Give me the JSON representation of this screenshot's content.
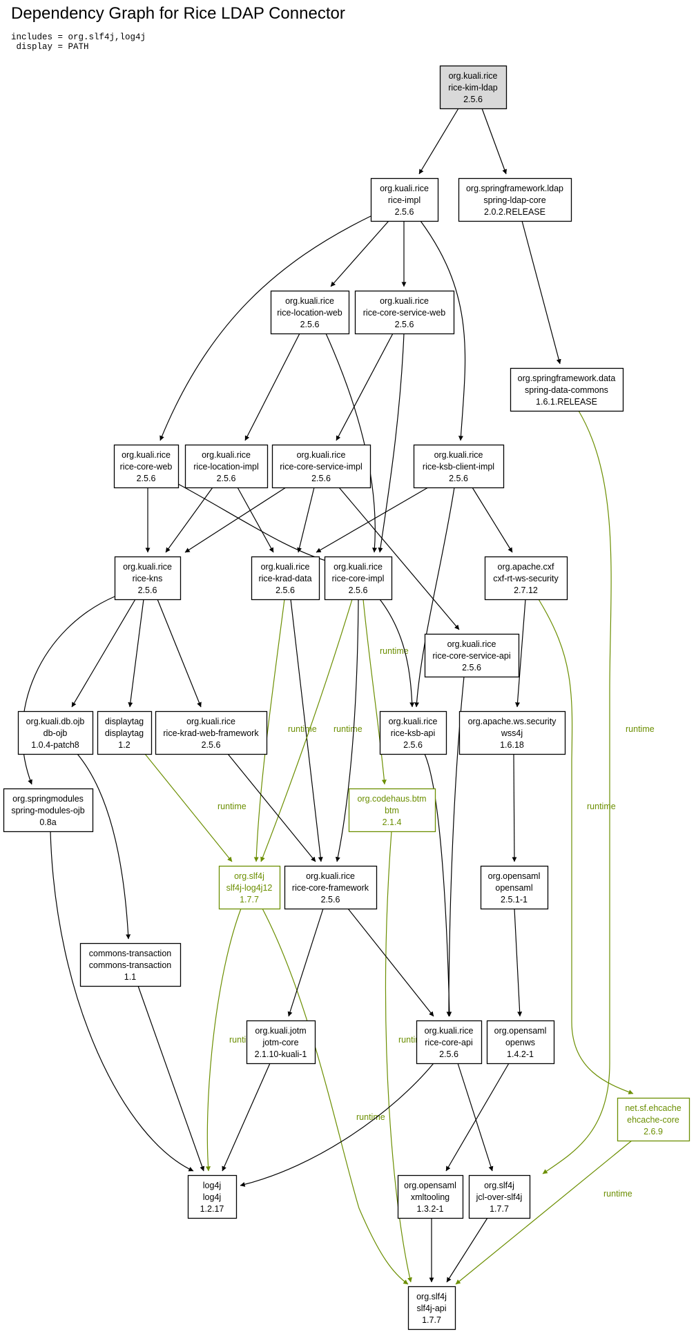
{
  "title": "Dependency Graph for Rice LDAP Connector",
  "params": [
    "includes = org.slf4j,log4j",
    " display = PATH"
  ],
  "colors": {
    "compile": "#000000",
    "runtime": "#6b8e00",
    "root_fill": "#d9d9d9"
  },
  "nodes": [
    {
      "id": "kim-ldap",
      "lines": [
        "org.kuali.rice",
        "rice-kim-ldap",
        "2.5.6"
      ],
      "scope": "root"
    },
    {
      "id": "rice-impl",
      "lines": [
        "org.kuali.rice",
        "rice-impl",
        "2.5.6"
      ],
      "scope": "compile"
    },
    {
      "id": "spring-ldap-core",
      "lines": [
        "org.springframework.ldap",
        "spring-ldap-core",
        "2.0.2.RELEASE"
      ],
      "scope": "compile"
    },
    {
      "id": "location-web",
      "lines": [
        "org.kuali.rice",
        "rice-location-web",
        "2.5.6"
      ],
      "scope": "compile"
    },
    {
      "id": "core-service-web",
      "lines": [
        "org.kuali.rice",
        "rice-core-service-web",
        "2.5.6"
      ],
      "scope": "compile"
    },
    {
      "id": "spring-data-commons",
      "lines": [
        "org.springframework.data",
        "spring-data-commons",
        "1.6.1.RELEASE"
      ],
      "scope": "compile"
    },
    {
      "id": "core-web",
      "lines": [
        "org.kuali.rice",
        "rice-core-web",
        "2.5.6"
      ],
      "scope": "compile"
    },
    {
      "id": "location-impl",
      "lines": [
        "org.kuali.rice",
        "rice-location-impl",
        "2.5.6"
      ],
      "scope": "compile"
    },
    {
      "id": "core-service-impl",
      "lines": [
        "org.kuali.rice",
        "rice-core-service-impl",
        "2.5.6"
      ],
      "scope": "compile"
    },
    {
      "id": "ksb-client-impl",
      "lines": [
        "org.kuali.rice",
        "rice-ksb-client-impl",
        "2.5.6"
      ],
      "scope": "compile"
    },
    {
      "id": "kns",
      "lines": [
        "org.kuali.rice",
        "rice-kns",
        "2.5.6"
      ],
      "scope": "compile"
    },
    {
      "id": "krad-data",
      "lines": [
        "org.kuali.rice",
        "rice-krad-data",
        "2.5.6"
      ],
      "scope": "compile"
    },
    {
      "id": "core-impl",
      "lines": [
        "org.kuali.rice",
        "rice-core-impl",
        "2.5.6"
      ],
      "scope": "compile"
    },
    {
      "id": "cxf-rt-ws-security",
      "lines": [
        "org.apache.cxf",
        "cxf-rt-ws-security",
        "2.7.12"
      ],
      "scope": "compile"
    },
    {
      "id": "core-service-api",
      "lines": [
        "org.kuali.rice",
        "rice-core-service-api",
        "2.5.6"
      ],
      "scope": "compile"
    },
    {
      "id": "db-ojb",
      "lines": [
        "org.kuali.db.ojb",
        "db-ojb",
        "1.0.4-patch8"
      ],
      "scope": "compile"
    },
    {
      "id": "displaytag",
      "lines": [
        "displaytag",
        "displaytag",
        "1.2"
      ],
      "scope": "compile"
    },
    {
      "id": "krad-web-framework",
      "lines": [
        "org.kuali.rice",
        "rice-krad-web-framework",
        "2.5.6"
      ],
      "scope": "compile"
    },
    {
      "id": "ksb-api",
      "lines": [
        "org.kuali.rice",
        "rice-ksb-api",
        "2.5.6"
      ],
      "scope": "compile"
    },
    {
      "id": "wss4j",
      "lines": [
        "org.apache.ws.security",
        "wss4j",
        "1.6.18"
      ],
      "scope": "compile"
    },
    {
      "id": "spring-modules-ojb",
      "lines": [
        "org.springmodules",
        "spring-modules-ojb",
        "0.8a"
      ],
      "scope": "compile"
    },
    {
      "id": "btm",
      "lines": [
        "org.codehaus.btm",
        "btm",
        "2.1.4"
      ],
      "scope": "runtime"
    },
    {
      "id": "slf4j-log4j12",
      "lines": [
        "org.slf4j",
        "slf4j-log4j12",
        "1.7.7"
      ],
      "scope": "runtime"
    },
    {
      "id": "core-framework",
      "lines": [
        "org.kuali.rice",
        "rice-core-framework",
        "2.5.6"
      ],
      "scope": "compile"
    },
    {
      "id": "opensaml",
      "lines": [
        "org.opensaml",
        "opensaml",
        "2.5.1-1"
      ],
      "scope": "compile"
    },
    {
      "id": "commons-transaction",
      "lines": [
        "commons-transaction",
        "commons-transaction",
        "1.1"
      ],
      "scope": "compile"
    },
    {
      "id": "jotm-core",
      "lines": [
        "org.kuali.jotm",
        "jotm-core",
        "2.1.10-kuali-1"
      ],
      "scope": "compile"
    },
    {
      "id": "core-api",
      "lines": [
        "org.kuali.rice",
        "rice-core-api",
        "2.5.6"
      ],
      "scope": "compile"
    },
    {
      "id": "openws",
      "lines": [
        "org.opensaml",
        "openws",
        "1.4.2-1"
      ],
      "scope": "compile"
    },
    {
      "id": "ehcache-core",
      "lines": [
        "net.sf.ehcache",
        "ehcache-core",
        "2.6.9"
      ],
      "scope": "runtime"
    },
    {
      "id": "log4j",
      "lines": [
        "log4j",
        "log4j",
        "1.2.17"
      ],
      "scope": "compile"
    },
    {
      "id": "xmltooling",
      "lines": [
        "org.opensaml",
        "xmltooling",
        "1.3.2-1"
      ],
      "scope": "compile"
    },
    {
      "id": "jcl-over-slf4j",
      "lines": [
        "org.slf4j",
        "jcl-over-slf4j",
        "1.7.7"
      ],
      "scope": "compile"
    },
    {
      "id": "slf4j-api",
      "lines": [
        "org.slf4j",
        "slf4j-api",
        "1.7.7"
      ],
      "scope": "compile"
    }
  ],
  "edges": [
    {
      "from": "kim-ldap",
      "to": "rice-impl",
      "scope": "compile",
      "label": ""
    },
    {
      "from": "kim-ldap",
      "to": "spring-ldap-core",
      "scope": "compile",
      "label": ""
    },
    {
      "from": "rice-impl",
      "to": "location-web",
      "scope": "compile",
      "label": ""
    },
    {
      "from": "rice-impl",
      "to": "core-service-web",
      "scope": "compile",
      "label": ""
    },
    {
      "from": "rice-impl",
      "to": "core-web",
      "scope": "compile",
      "label": ""
    },
    {
      "from": "rice-impl",
      "to": "ksb-client-impl",
      "scope": "compile",
      "label": ""
    },
    {
      "from": "spring-ldap-core",
      "to": "spring-data-commons",
      "scope": "compile",
      "label": ""
    },
    {
      "from": "spring-data-commons",
      "to": "jcl-over-slf4j",
      "scope": "runtime",
      "label": "runtime"
    },
    {
      "from": "location-web",
      "to": "location-impl",
      "scope": "compile",
      "label": ""
    },
    {
      "from": "location-web",
      "to": "core-impl",
      "scope": "compile",
      "label": ""
    },
    {
      "from": "core-service-web",
      "to": "core-service-impl",
      "scope": "compile",
      "label": ""
    },
    {
      "from": "core-service-web",
      "to": "core-impl",
      "scope": "compile",
      "label": ""
    },
    {
      "from": "core-web",
      "to": "kns",
      "scope": "compile",
      "label": ""
    },
    {
      "from": "core-web",
      "to": "core-impl",
      "scope": "compile",
      "label": ""
    },
    {
      "from": "location-impl",
      "to": "kns",
      "scope": "compile",
      "label": ""
    },
    {
      "from": "location-impl",
      "to": "krad-data",
      "scope": "compile",
      "label": ""
    },
    {
      "from": "core-service-impl",
      "to": "kns",
      "scope": "compile",
      "label": ""
    },
    {
      "from": "core-service-impl",
      "to": "krad-data",
      "scope": "compile",
      "label": ""
    },
    {
      "from": "core-service-impl",
      "to": "core-service-api",
      "scope": "compile",
      "label": ""
    },
    {
      "from": "ksb-client-impl",
      "to": "krad-data",
      "scope": "compile",
      "label": ""
    },
    {
      "from": "ksb-client-impl",
      "to": "ksb-api",
      "scope": "compile",
      "label": ""
    },
    {
      "from": "ksb-client-impl",
      "to": "cxf-rt-ws-security",
      "scope": "compile",
      "label": ""
    },
    {
      "from": "kns",
      "to": "spring-modules-ojb",
      "scope": "compile",
      "label": ""
    },
    {
      "from": "kns",
      "to": "db-ojb",
      "scope": "compile",
      "label": ""
    },
    {
      "from": "kns",
      "to": "displaytag",
      "scope": "compile",
      "label": ""
    },
    {
      "from": "kns",
      "to": "krad-web-framework",
      "scope": "compile",
      "label": ""
    },
    {
      "from": "krad-data",
      "to": "slf4j-log4j12",
      "scope": "runtime",
      "label": "runtime"
    },
    {
      "from": "krad-data",
      "to": "core-framework",
      "scope": "compile",
      "label": ""
    },
    {
      "from": "core-impl",
      "to": "slf4j-log4j12",
      "scope": "runtime",
      "label": "runtime"
    },
    {
      "from": "core-impl",
      "to": "core-framework",
      "scope": "compile",
      "label": ""
    },
    {
      "from": "core-impl",
      "to": "btm",
      "scope": "runtime",
      "label": "runtime"
    },
    {
      "from": "core-impl",
      "to": "ksb-api",
      "scope": "compile",
      "label": ""
    },
    {
      "from": "cxf-rt-ws-security",
      "to": "wss4j",
      "scope": "compile",
      "label": ""
    },
    {
      "from": "cxf-rt-ws-security",
      "to": "ehcache-core",
      "scope": "runtime",
      "label": "runtime"
    },
    {
      "from": "core-service-api",
      "to": "core-api",
      "scope": "compile",
      "label": ""
    },
    {
      "from": "db-ojb",
      "to": "commons-transaction",
      "scope": "compile",
      "label": ""
    },
    {
      "from": "displaytag",
      "to": "slf4j-log4j12",
      "scope": "runtime",
      "label": "runtime"
    },
    {
      "from": "krad-web-framework",
      "to": "core-framework",
      "scope": "compile",
      "label": ""
    },
    {
      "from": "ksb-api",
      "to": "core-api",
      "scope": "compile",
      "label": ""
    },
    {
      "from": "wss4j",
      "to": "opensaml",
      "scope": "compile",
      "label": ""
    },
    {
      "from": "spring-modules-ojb",
      "to": "log4j",
      "scope": "compile",
      "label": ""
    },
    {
      "from": "btm",
      "to": "slf4j-api",
      "scope": "runtime",
      "label": "runtime"
    },
    {
      "from": "slf4j-log4j12",
      "to": "log4j",
      "scope": "runtime",
      "label": "runtime"
    },
    {
      "from": "slf4j-log4j12",
      "to": "slf4j-api",
      "scope": "runtime",
      "label": "runtime"
    },
    {
      "from": "core-framework",
      "to": "jotm-core",
      "scope": "compile",
      "label": ""
    },
    {
      "from": "core-framework",
      "to": "core-api",
      "scope": "compile",
      "label": ""
    },
    {
      "from": "opensaml",
      "to": "openws",
      "scope": "compile",
      "label": ""
    },
    {
      "from": "commons-transaction",
      "to": "log4j",
      "scope": "compile",
      "label": ""
    },
    {
      "from": "jotm-core",
      "to": "log4j",
      "scope": "compile",
      "label": ""
    },
    {
      "from": "core-api",
      "to": "log4j",
      "scope": "compile",
      "label": ""
    },
    {
      "from": "core-api",
      "to": "jcl-over-slf4j",
      "scope": "compile",
      "label": ""
    },
    {
      "from": "openws",
      "to": "xmltooling",
      "scope": "compile",
      "label": ""
    },
    {
      "from": "ehcache-core",
      "to": "slf4j-api",
      "scope": "runtime",
      "label": "runtime"
    },
    {
      "from": "xmltooling",
      "to": "slf4j-api",
      "scope": "compile",
      "label": ""
    },
    {
      "from": "jcl-over-slf4j",
      "to": "slf4j-api",
      "scope": "compile",
      "label": ""
    }
  ]
}
